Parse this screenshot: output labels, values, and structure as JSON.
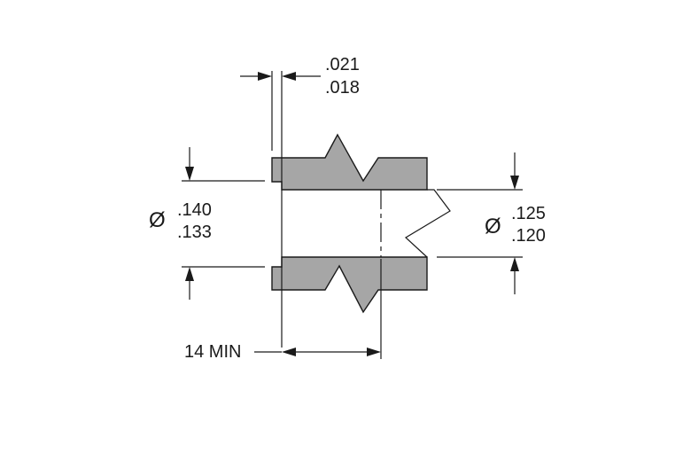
{
  "colors": {
    "background": "#ffffff",
    "part_fill": "#a6a6a6",
    "line": "#1a1a1a"
  },
  "dimensions": {
    "thickness": {
      "upper": ".021",
      "lower": ".018"
    },
    "outer_diameter": {
      "symbol": "Ø",
      "upper": ".140",
      "lower": ".133"
    },
    "inner_diameter": {
      "symbol": "Ø",
      "upper": ".125",
      "lower": ".120"
    },
    "length": {
      "label": "14 MIN"
    }
  }
}
